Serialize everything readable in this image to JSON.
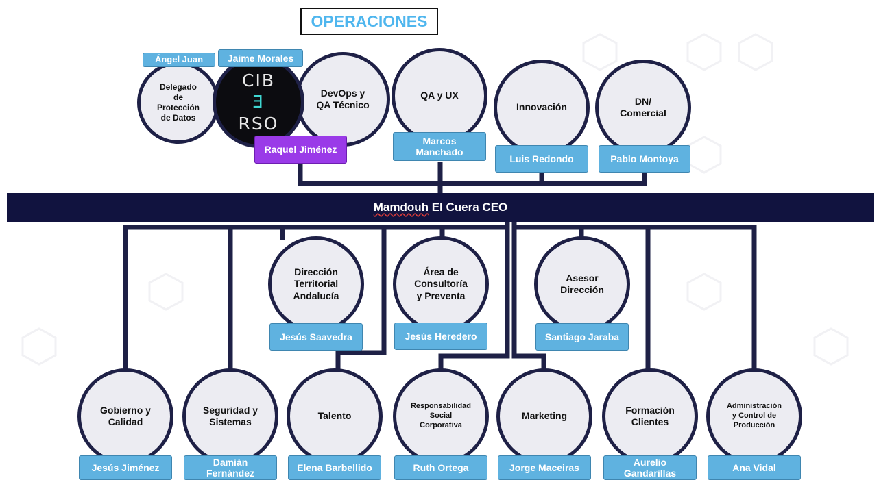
{
  "header": {
    "title": "OPERACIONES"
  },
  "top": {
    "tags": {
      "angel": "Ángel Juan",
      "jaime": "Jaime Morales",
      "raquel": "Raquel Jiménez",
      "marcos": "Marcos\nManchado",
      "luis": "Luis Redondo",
      "pablo": "Pablo Montoya"
    },
    "circles": {
      "delegado": "Delegado\nde\nProtección\nde Datos",
      "logo_a": "CIB",
      "logo_b": "Ǝ",
      "logo_c": "RSO",
      "devops": "DevOps y\nQA Técnico",
      "qa": "QA y UX",
      "innovacion": "Innovación",
      "dn": "DN/\nComercial"
    }
  },
  "ceo": {
    "name": "Mamdouh",
    "rest": " El Cuera CEO"
  },
  "middle": {
    "circles": {
      "direccion": "Dirección\nTerritorial\nAndalucía",
      "consultoria": "Área de\nConsultoría\ny Preventa",
      "asesor": "Asesor\nDirección"
    },
    "tags": {
      "saavedra": "Jesús Saavedra",
      "heredero": "Jesús Heredero",
      "jaraba": "Santiago Jaraba"
    }
  },
  "bottom": {
    "circles": {
      "gobierno": "Gobierno y\nCalidad",
      "seguridad": "Seguridad y\nSistemas",
      "talento": "Talento",
      "rsc": "Responsabilidad\nSocial\nCorporativa",
      "marketing": "Marketing",
      "formacion": "Formación\nClientes",
      "administracion": "Administración\ny Control de\nProducción"
    },
    "tags": {
      "jimenez": "Jesús Jiménez",
      "damian": "Damián\nFernández",
      "elena": "Elena Barbellido",
      "ruth": "Ruth Ortega",
      "jorge": "Jorge Maceiras",
      "aurelio": "Aurelio\nGandarillas",
      "ana": "Ana Vidal"
    }
  },
  "colors": {
    "navy": "#1e2046",
    "bar": "#11133f",
    "tag_blue": "#5fb2e0",
    "tag_purple": "#9a3ae8",
    "title_blue": "#4fb6ee",
    "circle_fill": "#ececf2"
  }
}
